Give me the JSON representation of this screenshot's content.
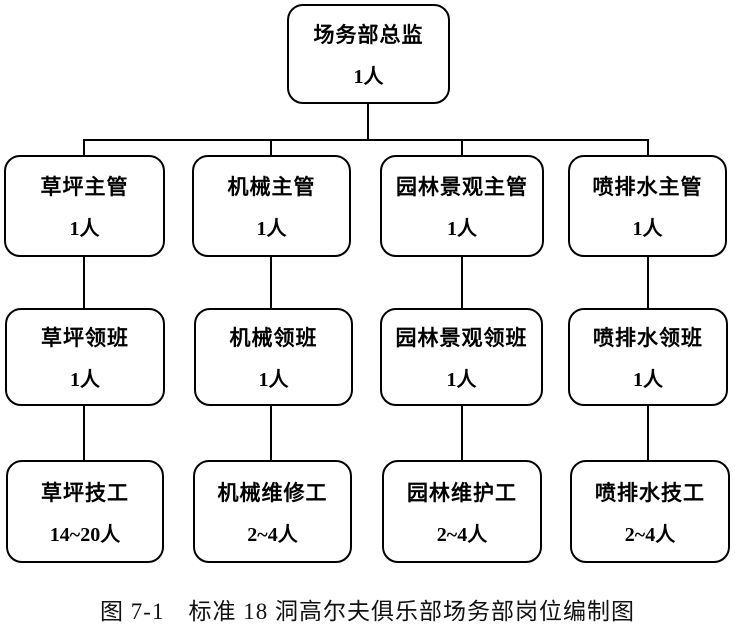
{
  "chart": {
    "director": {
      "title": "场务部总监",
      "count": "1人"
    },
    "supervisors": [
      {
        "title": "草坪主管",
        "count": "1人"
      },
      {
        "title": "机械主管",
        "count": "1人"
      },
      {
        "title": "园林景观主管",
        "count": "1人"
      },
      {
        "title": "喷排水主管",
        "count": "1人"
      }
    ],
    "foremen": [
      {
        "title": "草坪领班",
        "count": "1人"
      },
      {
        "title": "机械领班",
        "count": "1人"
      },
      {
        "title": "园林景观领班",
        "count": "1人"
      },
      {
        "title": "喷排水领班",
        "count": "1人"
      }
    ],
    "technicians": [
      {
        "title": "草坪技工",
        "count": "14~20人"
      },
      {
        "title": "机械维修工",
        "count": "2~4人"
      },
      {
        "title": "园林维护工",
        "count": "2~4人"
      },
      {
        "title": "喷排水技工",
        "count": "2~4人"
      }
    ],
    "caption": "图 7-1　标准 18 洞高尔夫俱乐部场务部岗位编制图",
    "colors": {
      "line": "#000000",
      "text": "#000000",
      "background": "#ffffff"
    }
  }
}
